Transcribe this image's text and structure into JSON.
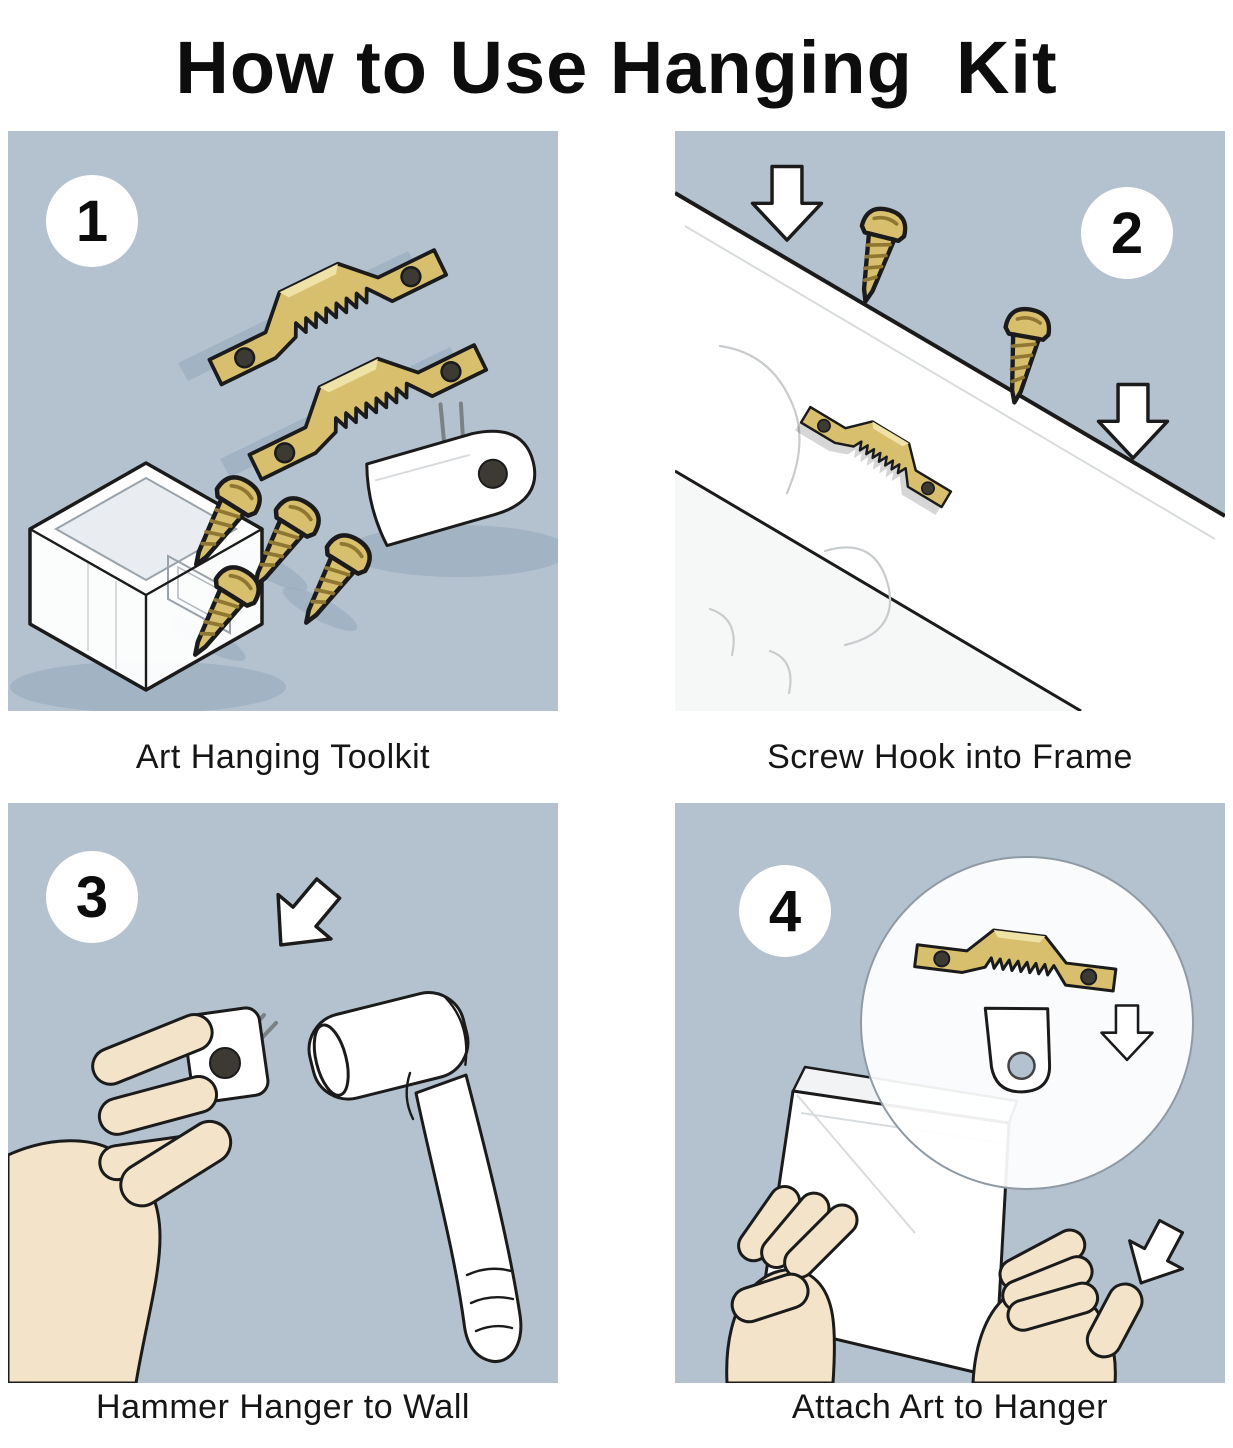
{
  "title": "How to Use Hanging  Kit",
  "panels": [
    {
      "number": "1",
      "caption": "Art Hanging Toolkit"
    },
    {
      "number": "2",
      "caption": "Screw Hook into Frame"
    },
    {
      "number": "3",
      "caption": "Hammer Hanger to Wall"
    },
    {
      "number": "4",
      "caption": "Attach Art to Hanger"
    }
  ],
  "icons": {
    "step_badge": "numbered-circle-badge",
    "hanger": "sawtooth-hanger-icon",
    "screw": "screw-icon",
    "box": "storage-box-icon",
    "hook": "wall-hook-icon",
    "arrow": "down-arrow-icon",
    "hand": "hand-icon",
    "hammer": "hammer-icon",
    "frame": "art-frame",
    "board": "wood-frame-board",
    "magnifier": "magnifier-circle"
  },
  "colors": {
    "panel_bg": "#b4c2cf",
    "brass": "#d8bf6d",
    "brass_dark": "#8f7732",
    "outline": "#1b1b1b",
    "skin": "#f2e3c9",
    "shadow": "#9dafbf",
    "white": "#ffffff"
  }
}
